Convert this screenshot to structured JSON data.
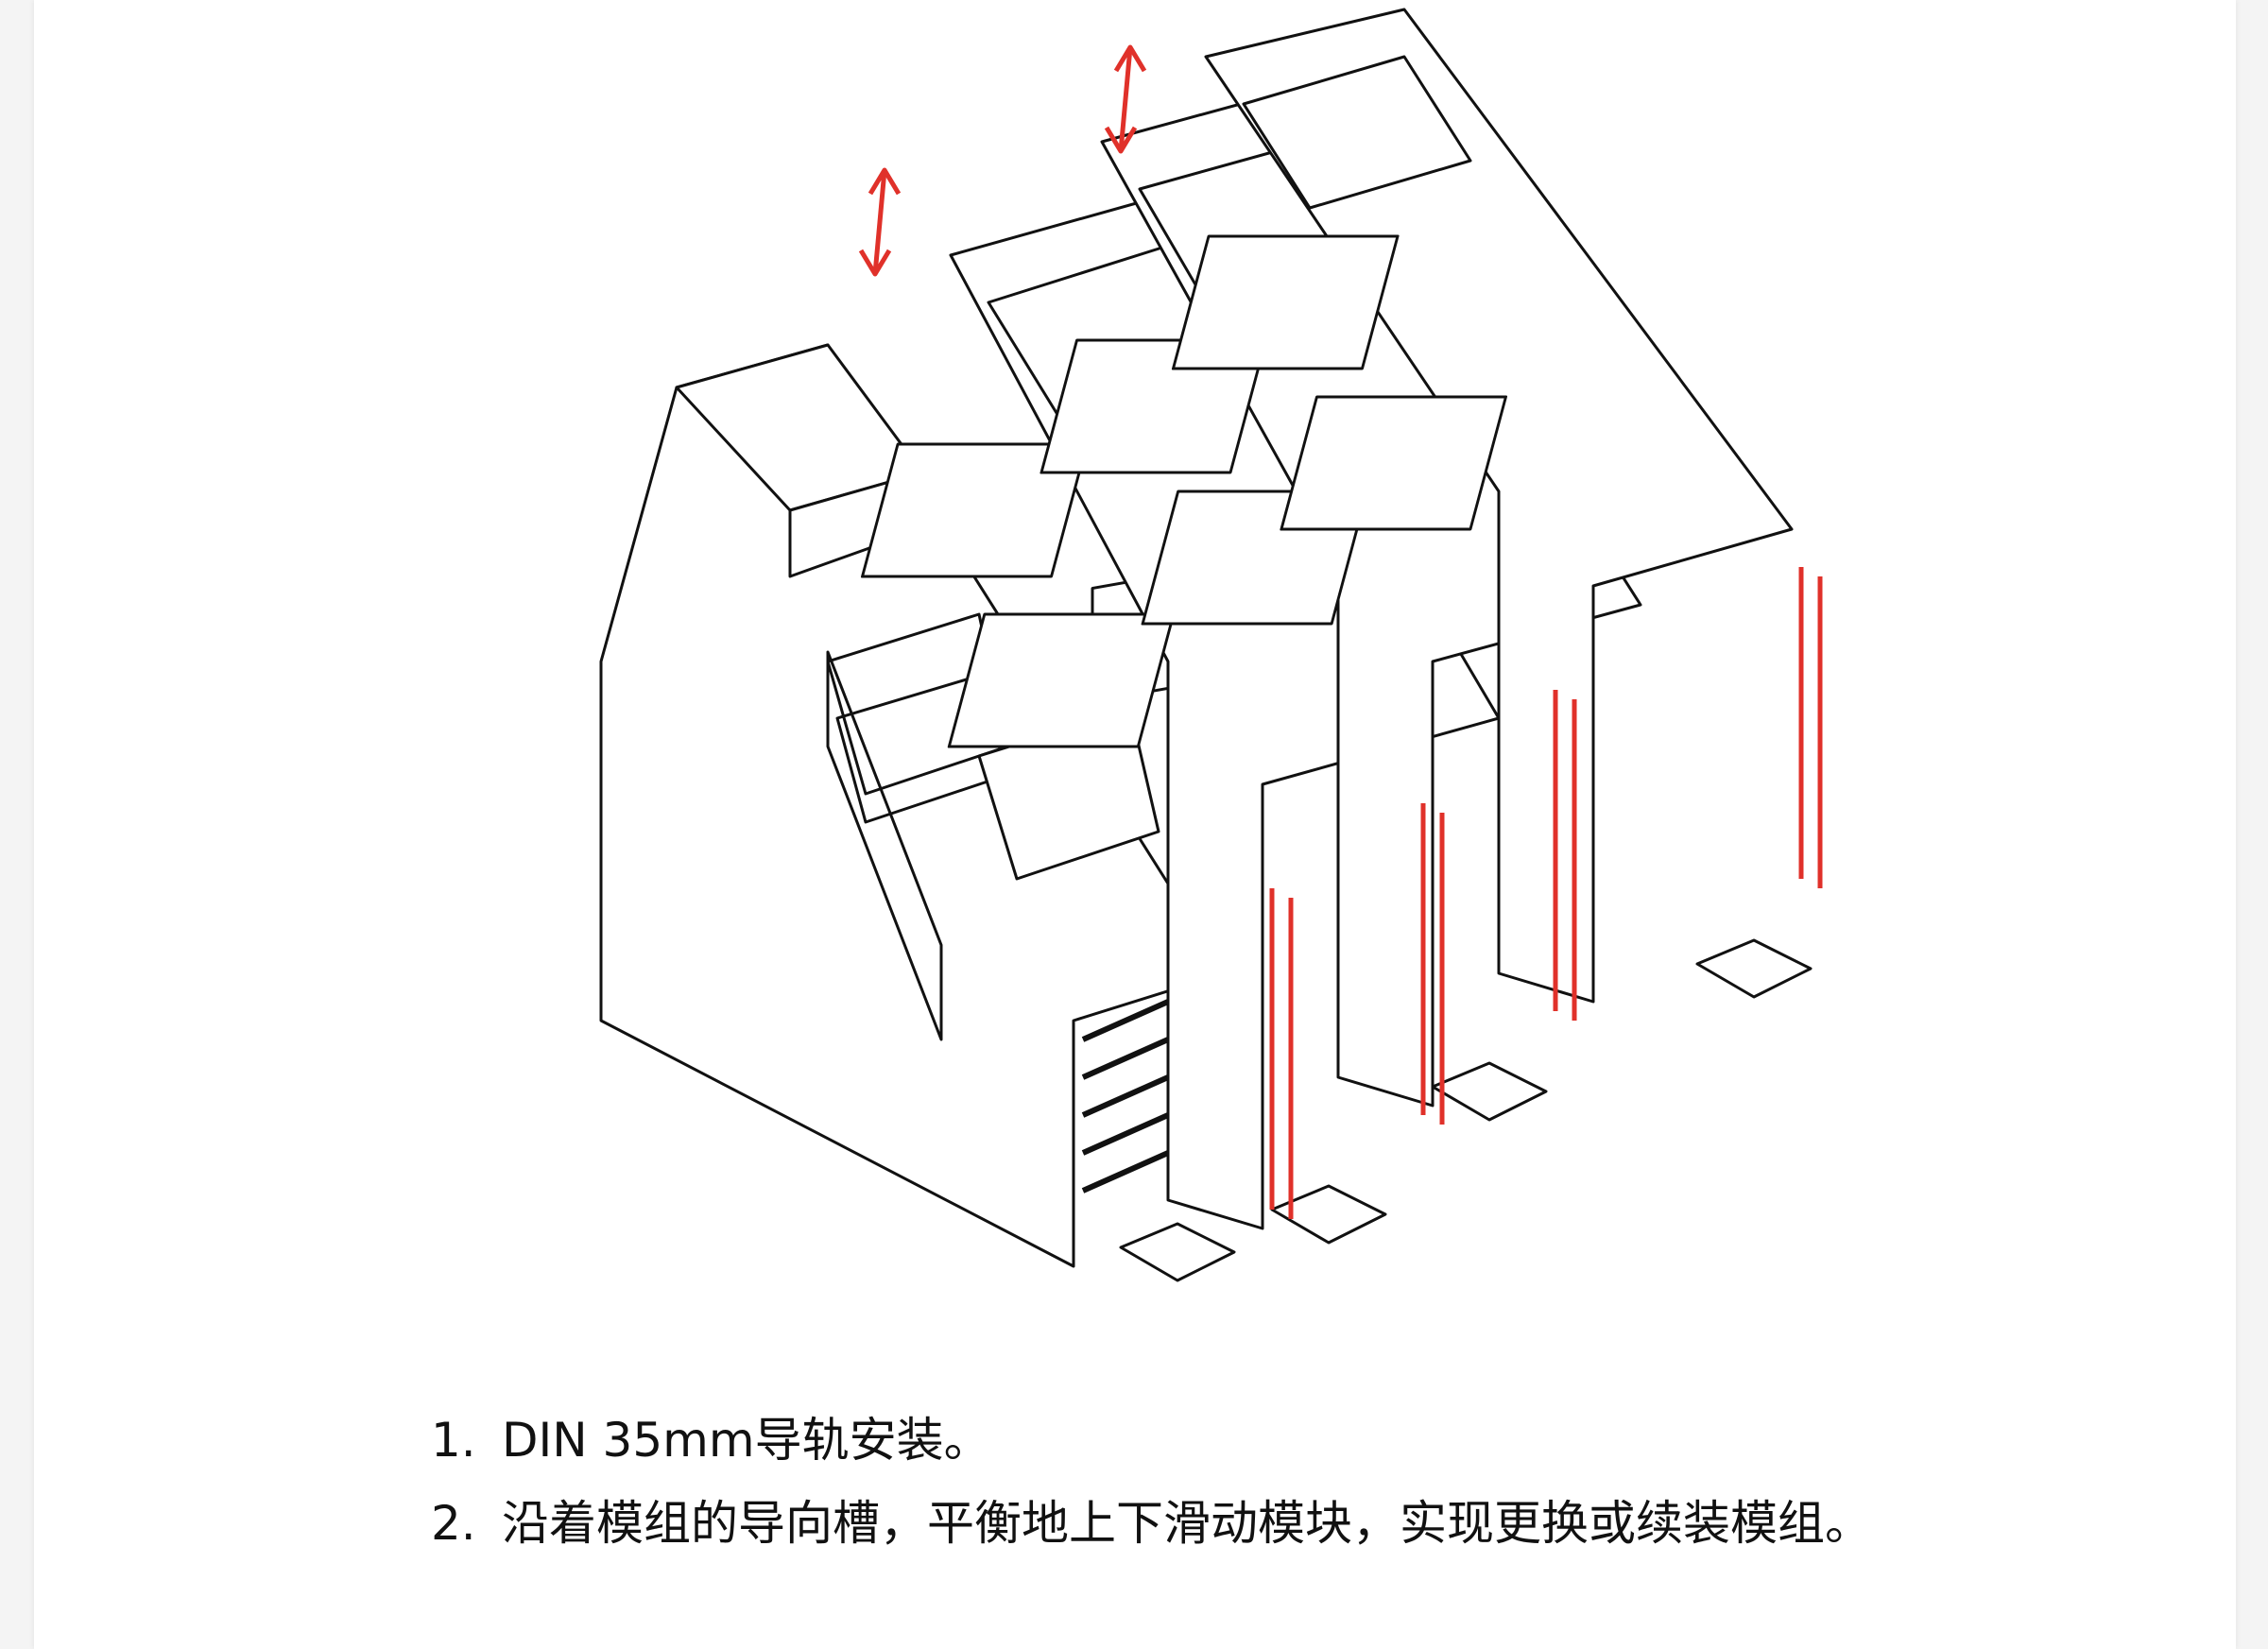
{
  "colors": {
    "outline": "#111111",
    "accent": "#e0312a",
    "background": "#ffffff"
  },
  "instructions": [
    {
      "number": "1.",
      "text": "DIN 35mm导轨安装。"
    },
    {
      "number": "2.",
      "text": "沿着模组的导向槽，平衡地上下滑动模块，实现更换或续装模组。"
    }
  ]
}
